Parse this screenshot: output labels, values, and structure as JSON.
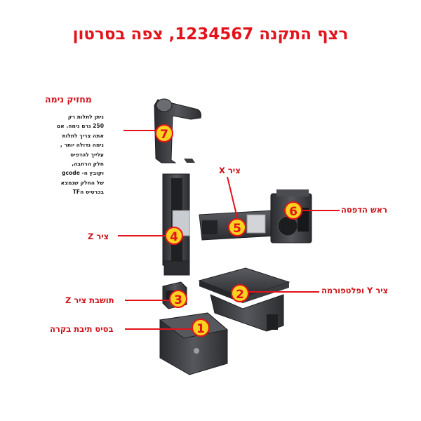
{
  "title": "רצף התקנה 1234567, צפה בסרטון",
  "labels": {
    "filament_holder": "מחזיק נימה",
    "x_axis": "ציר X",
    "print_head": "ראש הדפסה",
    "z_axis": "ציר Z",
    "y_axis_platform": "ציר Y ופלטפורמה",
    "z_axis_mount": "תושבת ציר Z",
    "base": "בסיס תיבת בקרה"
  },
  "note_lines": [
    "ניתן לתלות רק",
    "250 גרם נימה. אם",
    "אתה צריך לתלות",
    "נימה גדולה יותר ,",
    "עלייך להדפיס",
    "חלק הרחבה,",
    "וקובץ ה- gcode",
    "של החלק שנמצא",
    "בכרטיס הTF"
  ],
  "markers": [
    "1",
    "2",
    "3",
    "4",
    "5",
    "6",
    "7"
  ],
  "colors": {
    "title": "#e3121b",
    "label": "#d0121a",
    "line": "#e3121b",
    "marker_fill": "#f7d21e",
    "marker_ring": "#e3121b",
    "part": "#3a3c40"
  }
}
